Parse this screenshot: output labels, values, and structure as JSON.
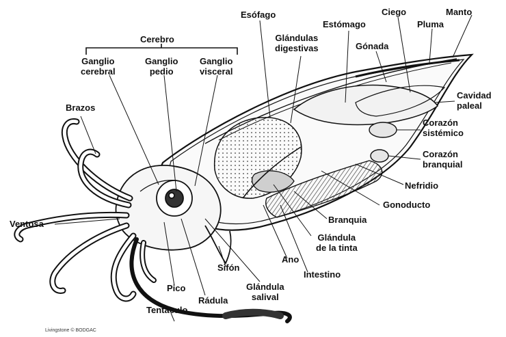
{
  "labels": {
    "cerebro": "Cerebro",
    "ganglio_cerebral": "Ganglio\ncerebral",
    "ganglio_pedio": "Ganglio\npedio",
    "ganglio_visceral": "Ganglio\nvisceral",
    "brazos": "Brazos",
    "ventosa": "Ventosa",
    "esofago": "Esófago",
    "glandulas_digestivas": "Glándulas\ndigestivas",
    "estomago": "Estómago",
    "ciego": "Ciego",
    "manto": "Manto",
    "pluma": "Pluma",
    "gonada": "Gónada",
    "cavidad_paleal": "Cavidad\npaleal",
    "corazon_sistemico": "Corazón\nsistémico",
    "corazon_branquial": "Corazón\nbranquial",
    "nefridio": "Nefridio",
    "gonoducto": "Gonoducto",
    "branquia": "Branquia",
    "glandula_tinta": "Glándula\nde la tinta",
    "ano": "Ano",
    "intestino": "Intestino",
    "sifon": "Sifón",
    "glandula_salival": "Glándula\nsalival",
    "pico": "Pico",
    "radula": "Rádula",
    "tentaculo": "Tentáculo"
  },
  "credit": "Livingstone © BODGAC",
  "colors": {
    "ink": "#111111",
    "background": "#ffffff",
    "shade": "#9a9a9a"
  }
}
